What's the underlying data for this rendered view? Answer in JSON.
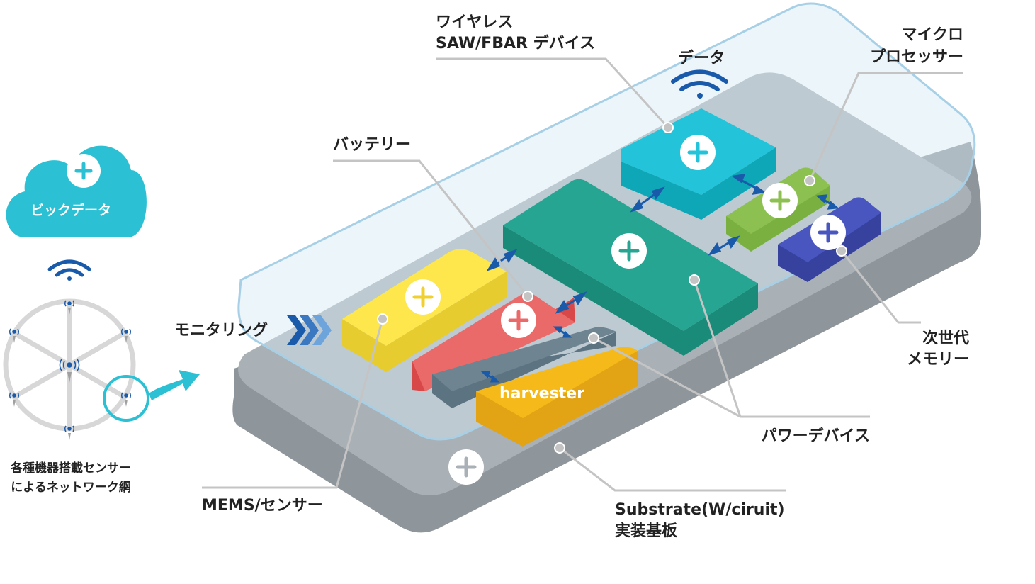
{
  "cloud": {
    "label": "ビックデータ"
  },
  "network": {
    "caption_line1": "各種機器搭載センサー",
    "caption_line2": "によるネットワーク網"
  },
  "labels": {
    "monitoring": "モニタリング",
    "wireless_line1": "ワイヤレス",
    "wireless_line2": "SAW/FBAR デバイス",
    "data": "データ",
    "micro_line1": "マイクロ",
    "micro_line2": "プロセッサー",
    "battery": "バッテリー",
    "nextgen_line1": "次世代",
    "nextgen_line2": "メモリー",
    "power": "パワーデバイス",
    "mems": "MEMS/センサー",
    "substrate_line1": "Substrate(W/ciruit)",
    "substrate_line2": "実装基板",
    "harvester": "harvester"
  },
  "colors": {
    "cyan": "#23c3d9",
    "teal": "#27a593",
    "green": "#8cc152",
    "indigo": "#4a56c0",
    "yellow": "#fde74c",
    "red": "#ea6a6a",
    "slate": "#6e8491",
    "orange": "#f5ba1a",
    "substrate": "#a9b1b6",
    "case": "#d5e9f3",
    "wifi": "#1a5aaa"
  }
}
